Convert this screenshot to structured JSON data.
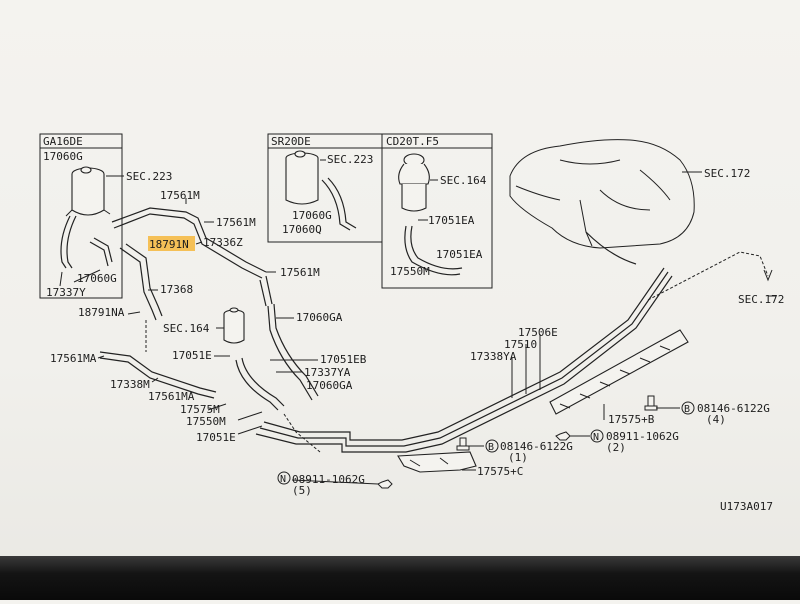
{
  "diagram": {
    "figure_id": "U173A017",
    "insets": {
      "ga16de": {
        "title": "GA16DE",
        "parts": [
          "17060G",
          "SEC.223",
          "17060G",
          "17337Y"
        ]
      },
      "sr20de": {
        "title": "SR20DE",
        "parts": [
          "SEC.223",
          "17060G",
          "17060Q"
        ]
      },
      "cd20t": {
        "title": "CD20T.F5",
        "parts": [
          "SEC.164",
          "17051EA",
          "17051EA",
          "17550M"
        ]
      }
    },
    "labels": {
      "l_17561M_a": "17561M",
      "l_17561M_b": "17561M",
      "l_18791N": "18791N",
      "l_17336Z": "17336Z",
      "l_17561M_c": "17561M",
      "l_17368": "17368",
      "l_18791NA": "18791NA",
      "l_17060GA_a": "17060GA",
      "l_SEC164": "SEC.164",
      "l_17051E_a": "17051E",
      "l_17051EB": "17051EB",
      "l_17337YA": "17337YA",
      "l_17060GA_b": "17060GA",
      "l_17561MA_a": "17561MA",
      "l_17338M": "17338M",
      "l_17561MA_b": "17561MA",
      "l_17575M": "17575M",
      "l_17550M": "17550M",
      "l_17051E_b": "17051E",
      "l_SEC172_a": "SEC.172",
      "l_SEC172_b": "SEC.172",
      "l_17506E": "17506E",
      "l_17510": "17510",
      "l_17338YA": "17338YA",
      "l_17575B": "17575+B",
      "l_17575C": "17575+C",
      "l_b08146_a": "08146-6122G",
      "l_b08146_a_qty": "(4)",
      "l_n08911_a": "08911-1062G",
      "l_n08911_a_qty": "(2)",
      "l_b08146_b": "08146-6122G",
      "l_b08146_b_qty": "(1)",
      "l_n08911_b": "08911-1062G",
      "l_n08911_b_qty": "(5)",
      "b_mark": "B",
      "n_mark": "N"
    },
    "highlight_color": "#f6b73c"
  }
}
